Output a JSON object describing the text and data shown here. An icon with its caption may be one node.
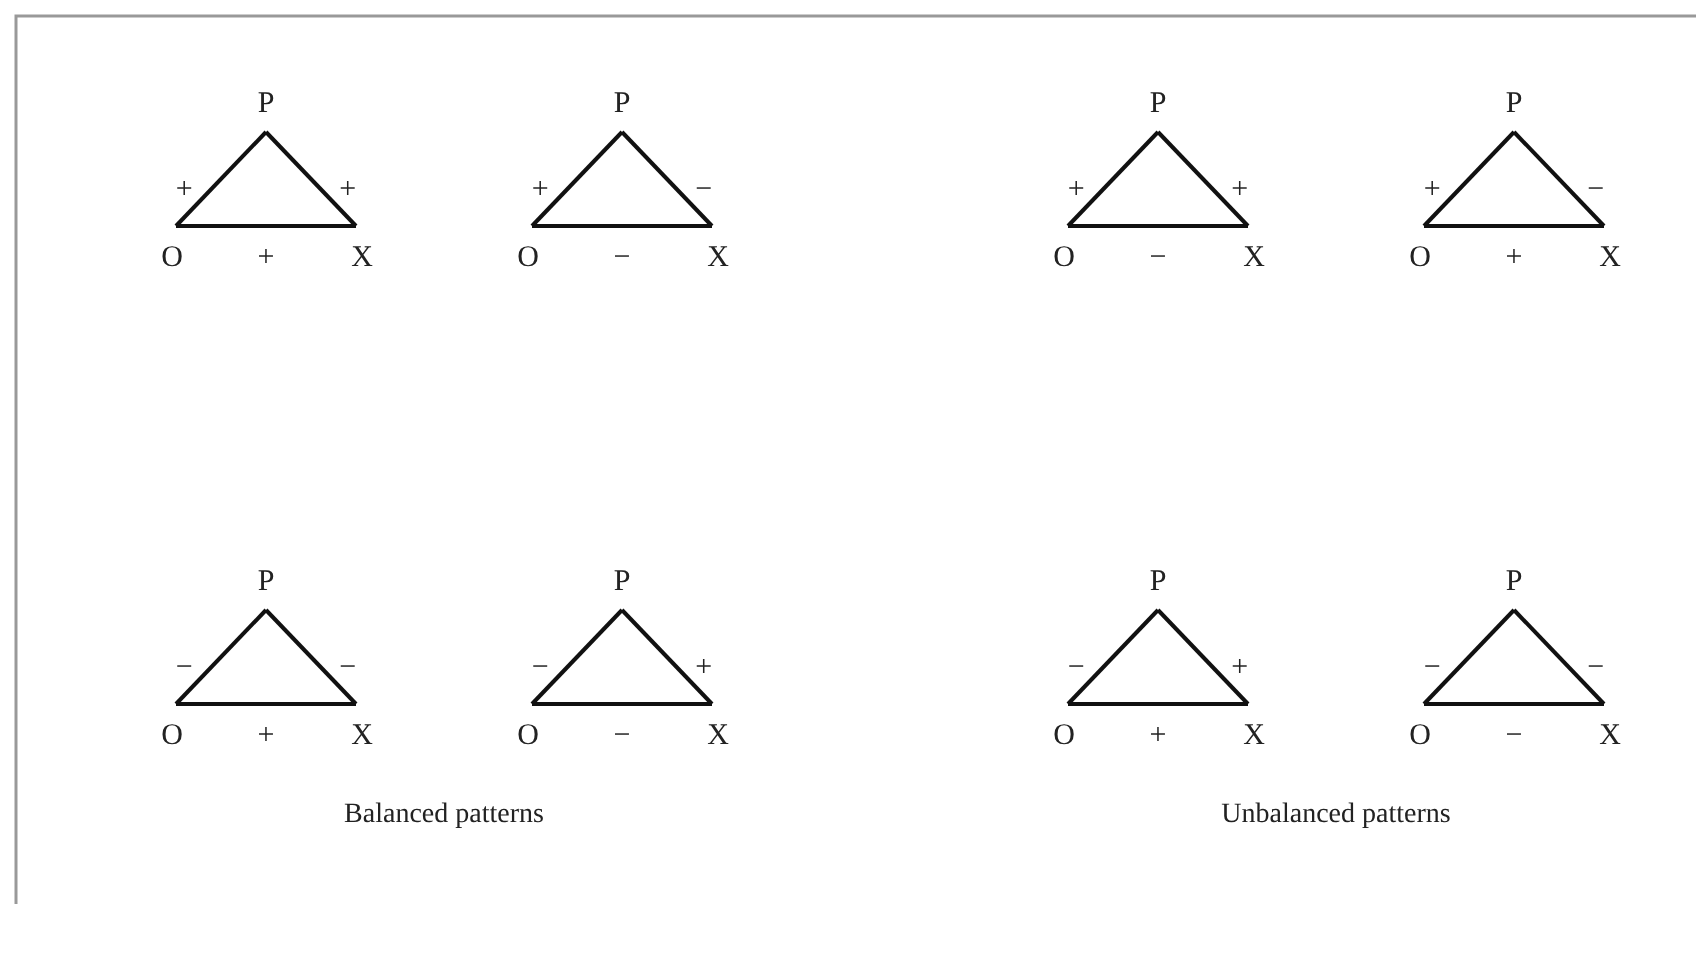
{
  "diagram": {
    "nodes": [
      {
        "text": [
          "P"
        ]
      },
      {
        "text": [
          "O"
        ]
      },
      {
        "text": [
          "X"
        ]
      },
      {
        "text": [
          "P"
        ]
      },
      {
        "text": [
          "O"
        ]
      },
      {
        "text": [
          "X"
        ]
      },
      {
        "text": [
          "P"
        ]
      },
      {
        "text": [
          "O"
        ]
      },
      {
        "text": [
          "X"
        ]
      },
      {
        "text": [
          "P"
        ]
      },
      {
        "text": [
          "O"
        ]
      },
      {
        "text": [
          "X"
        ]
      },
      {
        "text": [
          "P"
        ]
      },
      {
        "text": [
          "O"
        ]
      },
      {
        "text": [
          "X"
        ]
      },
      {
        "text": [
          "P"
        ]
      },
      {
        "text": [
          "O"
        ]
      },
      {
        "text": [
          "X"
        ]
      },
      {
        "text": [
          "P"
        ]
      },
      {
        "text": [
          "O"
        ]
      },
      {
        "text": [
          "X"
        ]
      },
      {
        "text": [
          "P"
        ]
      },
      {
        "text": [
          "O"
        ]
      },
      {
        "text": [
          "X"
        ]
      }
    ],
    "edges": [
      {
        "from": 0,
        "to": 1,
        "arrow": "none",
        "label": "+"
      },
      {
        "from": 0,
        "to": 2,
        "arrow": "none",
        "label": "+"
      },
      {
        "from": 1,
        "to": 2,
        "arrow": "none",
        "label": "+"
      },
      {
        "from": 3,
        "to": 4,
        "arrow": "none",
        "label": "+"
      },
      {
        "from": 3,
        "to": 5,
        "arrow": "none",
        "label": "−"
      },
      {
        "from": 4,
        "to": 5,
        "arrow": "none",
        "label": "−"
      },
      {
        "from": 6,
        "to": 7,
        "arrow": "none",
        "label": "+"
      },
      {
        "from": 6,
        "to": 8,
        "arrow": "none",
        "label": "+"
      },
      {
        "from": 7,
        "to": 8,
        "arrow": "none",
        "label": "−"
      },
      {
        "from": 9,
        "to": 10,
        "arrow": "none",
        "label": "+"
      },
      {
        "from": 9,
        "to": 11,
        "arrow": "none",
        "label": "−"
      },
      {
        "from": 10,
        "to": 11,
        "arrow": "none",
        "label": "+"
      },
      {
        "from": 12,
        "to": 13,
        "arrow": "none",
        "label": "−"
      },
      {
        "from": 12,
        "to": 14,
        "arrow": "none",
        "label": "−"
      },
      {
        "from": 13,
        "to": 14,
        "arrow": "none",
        "label": "+"
      },
      {
        "from": 15,
        "to": 16,
        "arrow": "none",
        "label": "−"
      },
      {
        "from": 15,
        "to": 17,
        "arrow": "none",
        "label": "+"
      },
      {
        "from": 16,
        "to": 17,
        "arrow": "none",
        "label": "−"
      },
      {
        "from": 18,
        "to": 19,
        "arrow": "none",
        "label": "−"
      },
      {
        "from": 18,
        "to": 20,
        "arrow": "none",
        "label": "+"
      },
      {
        "from": 19,
        "to": 20,
        "arrow": "none",
        "label": "+"
      },
      {
        "from": 21,
        "to": 22,
        "arrow": "none",
        "label": "−"
      },
      {
        "from": 21,
        "to": 23,
        "arrow": "none",
        "label": "−"
      },
      {
        "from": 22,
        "to": 23,
        "arrow": "none",
        "label": "−"
      }
    ],
    "labels": [
      "Balanced patterns",
      "Unbalanced patterns"
    ]
  }
}
